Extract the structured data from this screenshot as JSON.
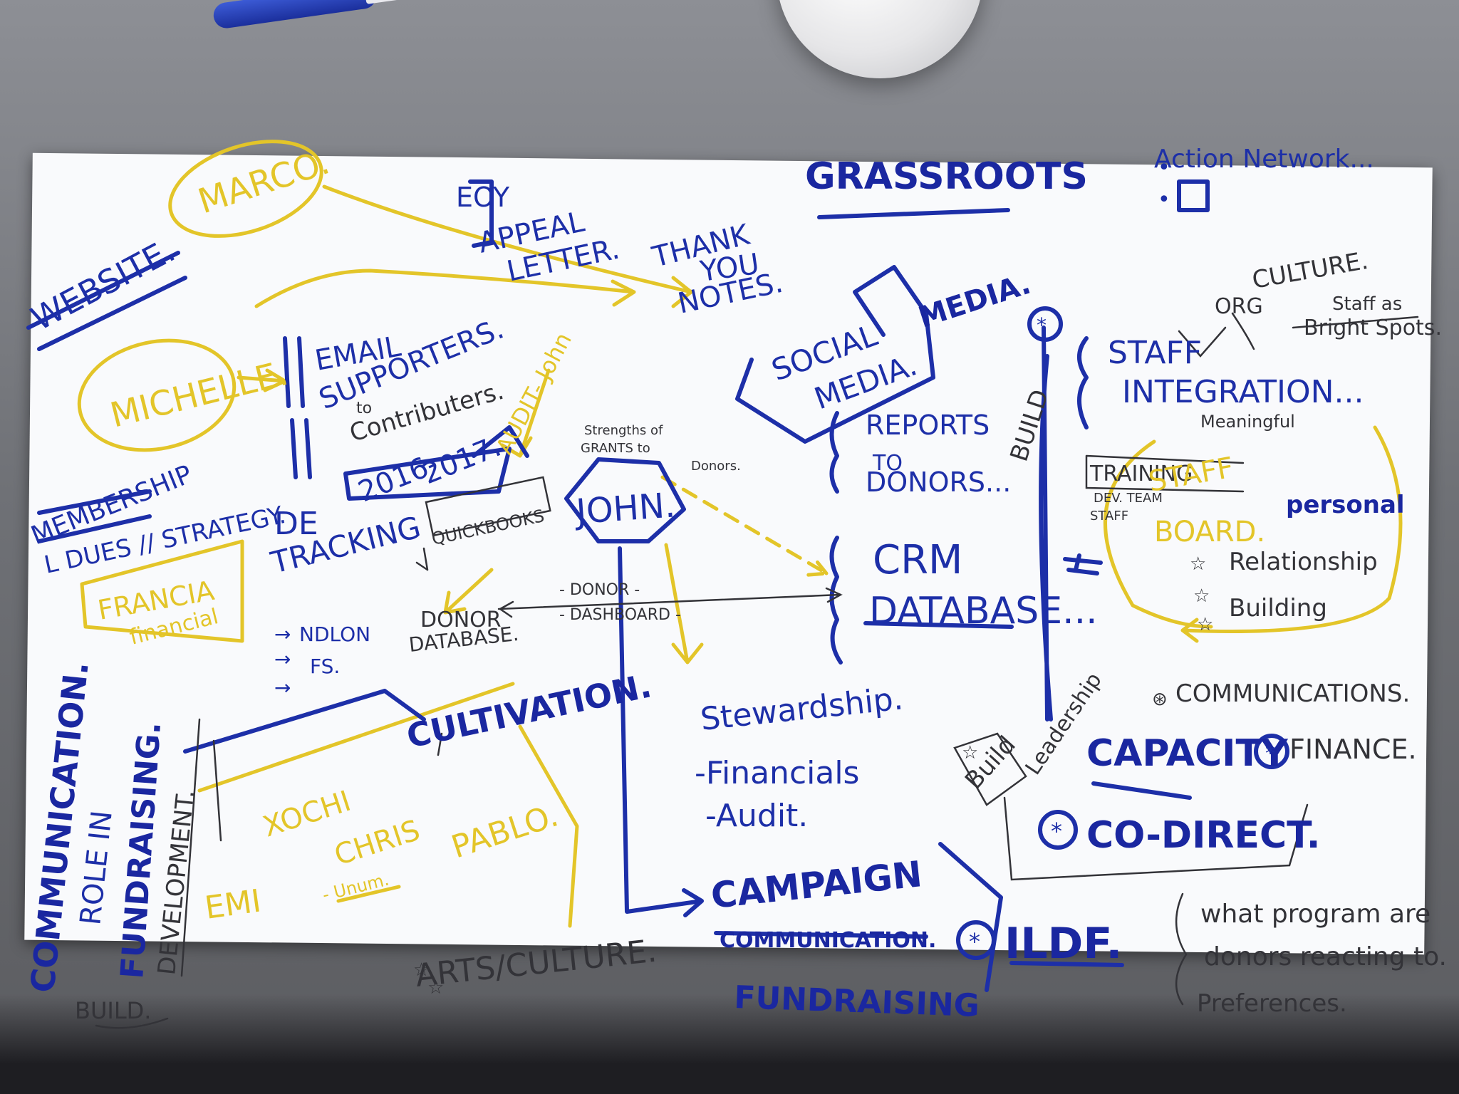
{
  "notes": {
    "website": "WEBSITE.",
    "marco": "MARCO.",
    "michelle": "MICHELLE.",
    "eoy": "EOY",
    "appeal": "APPEAL",
    "letter": "LETTER.",
    "thank": "THANK",
    "you": "YOU",
    "notes_word": "NOTES.",
    "grassroots": "GRASSROOTS",
    "action_network": "Action Network...",
    "email": "EMAIL",
    "supporters": "SUPPORTERS.",
    "to": "to",
    "contributers": "Contributers.",
    "social": "SOCIAL",
    "media1": "MEDIA.",
    "media2": "MEDIA.",
    "org": "ORG",
    "culture": "CULTURE.",
    "staff_as": "Staff as",
    "bright_spots": "Bright Spots.",
    "staff": "STAFF",
    "integration": "INTEGRATION...",
    "meaningful": "Meaningful",
    "build_vertical": "BUILD",
    "audit_john": "AUDIT- John",
    "strengths_of": "Strengths of",
    "grants": "GRANTS to",
    "donors_small": "Donors.",
    "membership": "MEMBERSHIP",
    "dues_strategy": "L DUES // STRATEGY.",
    "year1": "2016-",
    "year2": "2017.",
    "de": "DE",
    "tracking": "TRACKING",
    "quickbooks": "QUICKBOOKS",
    "john": "JOHN.",
    "reports": "REPORTS",
    "to2": "TO",
    "donors_caps": "DONORS...",
    "training": "TRAINING",
    "staff_y": "STAFF",
    "dev_team": "DEV. TEAM",
    "staff_small": "STAFF",
    "board": "BOARD.",
    "personal": "personal",
    "francia": "FRANCIA",
    "financial": "financial",
    "crm": "CRM",
    "database": "DATABASE...",
    "relationship": "Relationship",
    "building": "Building",
    "ndlon": "NDLON",
    "fs": "FS.",
    "donor_db1": "DONOR",
    "donor_db2": "DATABASE.",
    "donor_dash1": "- DONOR -",
    "donor_dash2": "- DASHBOARD -",
    "communication_v": "COMMUNICATION.",
    "role_in": "ROLE IN",
    "fundraising_v": "FUNDRAISING.",
    "development_v": "DEVELOPMENT.",
    "cultivation": "CULTIVATION.",
    "stewardship": "Stewardship.",
    "communications_right": "COMMUNICATIONS.",
    "build_box": "Build",
    "leadership": "Leadership",
    "capacity": "CAPACITY",
    "finance": "FINANCE.",
    "xochi": "XOCHI",
    "chris": "CHRIS",
    "unum": "- Unum.",
    "pablo": "PABLO.",
    "financials": "-Financials",
    "audit": "-Audit.",
    "co_direct": "CO-DIRECT.",
    "emi": "EMI",
    "campaign": "CAMPAIGN",
    "communication_h": "COMMUNICATION.",
    "fundraising_h": "FUNDRAISING",
    "ildf": "ILDF.",
    "arts_culture": "ARTS/CULTURE.",
    "build_bottom": "BUILD.",
    "what_program": "what program are",
    "donors_reacting": "donors reacting to.",
    "preferences": "Preferences."
  },
  "colors": {
    "blue_ink": "#1d2fa8",
    "yellow_ink": "#e3c529",
    "black_ink": "#333338",
    "paper": "#f9fafc"
  }
}
